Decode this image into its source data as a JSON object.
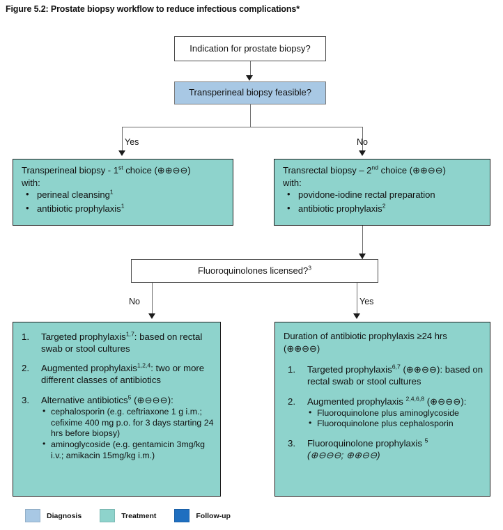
{
  "title": "Figure 5.2: Prostate biopsy workflow to reduce infectious complications*",
  "colors": {
    "diagnosis": "#a8c8e4",
    "treatment": "#8ed3cc",
    "followup": "#1f6fc0",
    "connector": "#6b6b6b",
    "text": "#111111"
  },
  "nodes": {
    "indication": {
      "label": "Indication for prostate biopsy?",
      "type": "white"
    },
    "transperineal_feasible": {
      "label": "Transperineal biopsy feasible?",
      "type": "diagnosis"
    },
    "transperineal": {
      "type": "treatment",
      "heading_pre": "Transperineal biopsy - 1",
      "heading_sup": "st",
      "heading_post": " choice (⊕⊕⊖⊖)",
      "with_label": "with:",
      "bullets": [
        {
          "text": "perineal cleansing",
          "sup": "1"
        },
        {
          "text": "antibiotic prophylaxis",
          "sup": "1"
        }
      ]
    },
    "transrectal": {
      "type": "treatment",
      "heading_pre": "Transrectal biopsy – 2",
      "heading_sup": "nd",
      "heading_post": " choice (⊕⊕⊖⊖)",
      "with_label": "with:",
      "bullets": [
        {
          "text": "povidone-iodine rectal preparation",
          "sup": ""
        },
        {
          "text": "antibiotic prophylaxis",
          "sup": "2"
        }
      ]
    },
    "fluoroquinolones": {
      "type": "white",
      "label_pre": "Fluoroquinolones licensed?",
      "label_sup": "3"
    },
    "no_fq": {
      "type": "treatment",
      "items": [
        {
          "num": "1.",
          "pre": "Targeted prophylaxis",
          "sup": "1,7",
          "post": ": based on rectal swab or stool cultures",
          "subitems": []
        },
        {
          "num": "2.",
          "pre": "Augmented prophylaxis",
          "sup": "1,2,4",
          "post": ": two or more different classes of antibiotics",
          "subitems": []
        },
        {
          "num": "3.",
          "pre": "Alternative antibiotics",
          "sup": "5",
          "post": " (⊕⊖⊖⊖):",
          "subitems": [
            "cephalosporin (e.g. ceftriaxone 1 g i.m.; cefixime 400 mg p.o. for 3 days starting 24 hrs before biopsy)",
            "aminoglycoside (e.g. gentamicin 3mg/kg i.v.; amikacin 15mg/kg i.m.)"
          ]
        }
      ]
    },
    "yes_fq": {
      "type": "treatment",
      "heading_line1": "Duration of antibiotic prophylaxis ≥24 hrs",
      "heading_line2": "(⊕⊕⊖⊖)",
      "items": [
        {
          "num": "1.",
          "pre": "Targeted prophylaxis",
          "sup": "6,7",
          "post": " (⊕⊕⊖⊖): based on rectal swab or stool cultures",
          "subitems": []
        },
        {
          "num": "2.",
          "pre": "Augmented prophylaxis ",
          "sup": "2,4,6,8",
          "post": " (⊕⊖⊖⊖):",
          "subitems": [
            "Fluoroquinolone plus aminoglycoside",
            "Fluoroquinolone plus cephalosporin"
          ]
        },
        {
          "num": "3.",
          "pre": "Fluoroquinolone prophylaxis ",
          "sup": "5",
          "post": "",
          "italic_line": "(⊕⊖⊖⊖; ⊕⊕⊖⊖)",
          "subitems": []
        }
      ]
    }
  },
  "branch_labels": {
    "feasible_yes": "Yes",
    "feasible_no": "No",
    "fq_no": "No",
    "fq_yes": "Yes"
  },
  "legend": [
    {
      "label": "Diagnosis",
      "color": "#a8c8e4"
    },
    {
      "label": "Treatment",
      "color": "#8ed3cc"
    },
    {
      "label": "Follow-up",
      "color": "#1f6fc0"
    }
  ]
}
